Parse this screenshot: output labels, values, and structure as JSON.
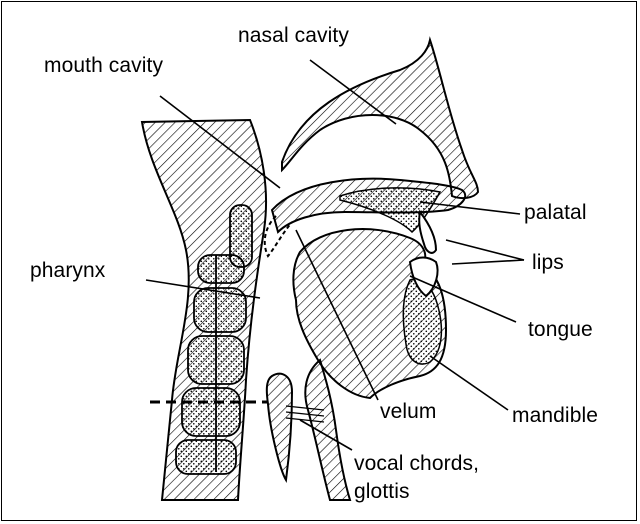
{
  "labels": {
    "nasal_cavity": "nasal cavity",
    "mouth_cavity": "mouth cavity",
    "palatal": "palatal",
    "lips": "lips",
    "pharynx": "pharynx",
    "tongue": "tongue",
    "velum": "velum",
    "mandible": "mandible",
    "vocal_line1": "vocal chords,",
    "vocal_line2": "glottis"
  },
  "colors": {
    "ink": "#000000",
    "paper": "#ffffff"
  }
}
